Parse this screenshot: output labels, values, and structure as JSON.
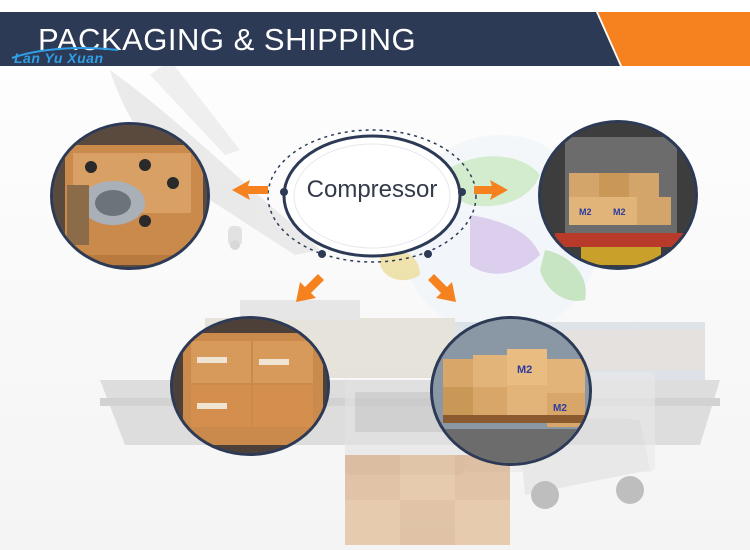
{
  "header": {
    "title": "PACKAGING & SHIPPING"
  },
  "brand": {
    "name": "Lan Yu Xuan"
  },
  "center": {
    "label": "Compressor"
  },
  "boxes": {
    "logo": "M2"
  },
  "colors": {
    "navy": "#2d3a56",
    "orange": "#f5821f",
    "brand_blue": "#2f9ee6",
    "cardboard": "#c98a4b"
  },
  "photos": [
    {
      "name": "compressor-in-open-carton-photo"
    },
    {
      "name": "loaded-shipping-container-photo"
    },
    {
      "name": "sealed-cartons-in-box-photo"
    },
    {
      "name": "palletized-cartons-photo"
    }
  ]
}
